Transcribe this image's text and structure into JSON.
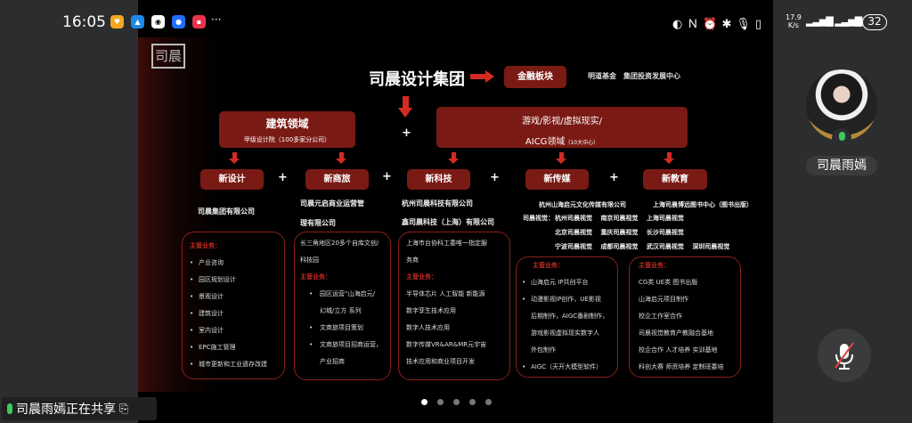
{
  "status_bar": {
    "time": "16:05",
    "net_speed": "17.9",
    "net_unit": "K/s",
    "battery": "32",
    "more": "···"
  },
  "slide": {
    "logo": "司晨",
    "title": "司晨设计集团",
    "finance": "金融板块",
    "finance_items": "明道基金　集团投资发展中心",
    "arch": {
      "title": "建筑领域",
      "sub": "甲级设计院（100多家分公司）"
    },
    "game": {
      "title": "游戏/影视/虚拟现实/",
      "title2": "AICG领域",
      "sub": "（10大中心）"
    },
    "plus": "+",
    "divisions": [
      "新设计",
      "新商旅",
      "新科技",
      "新传媒",
      "新教育"
    ],
    "companies": {
      "design": "司晨集团有限公司",
      "travel": [
        "司晨元启商业运营管",
        "理有限公司"
      ],
      "tech": [
        "杭州司晨科技有限公司",
        "鑫司晨科技（上海）有限公司"
      ],
      "media": "杭州山海启元文化传媒有限公司",
      "edu": "上海司晨博远图书中心（图书出版）",
      "studios_label": "司晨视觉：",
      "studios": [
        [
          "杭州司晨视觉",
          "南京司晨视觉",
          "上海司晨视觉"
        ],
        [
          "北京司晨视觉",
          "重庆司晨视觉",
          "长沙司晨视觉"
        ],
        [
          "宁波司晨视觉",
          "成都司晨视觉",
          "武汉司晨视觉",
          "深圳司晨视觉"
        ]
      ]
    },
    "main_label": "主营业务：",
    "design_items": [
      "产业咨询",
      "园区规划设计",
      "景观设计",
      "建筑设计",
      "室内设计",
      "EPC施工管理",
      "城市更新和工业遗存改建"
    ],
    "travel_intro": [
      "长三角地区20多个自库文创/",
      "科技园"
    ],
    "travel_items": [
      [
        "园区运营“山海启元/",
        "幻城/立方 系列"
      ],
      [
        "文商旅项目策划"
      ],
      [
        "文商旅项目招商运营，",
        "产业招商"
      ]
    ],
    "tech_intro": [
      "上海市台协科工委唯一指定服",
      "务商"
    ],
    "tech_items": [
      "半导体芯片 人工智能 新能源",
      "数字孪生技术应用",
      "数字人技术应用",
      "数字传媒VR&AR&MR元宇宙",
      "技术应用和商业项目开发"
    ],
    "media_items": [
      [
        "山海启元 IP共创平台"
      ],
      [
        "动漫影视IP创作，UE影视",
        "后期制作，AIGC番剧制作，",
        "游戏影视虚拟现实数字人",
        "外包制作"
      ],
      [
        "AIGC（天开大模型软件）"
      ]
    ],
    "edu_items": [
      "CG类 UE类 图书出版",
      "山海启元项目制作",
      "校企工作室合作",
      "司晨视觉教育产教融合基地",
      "校企合作 人才培养 实训基地",
      "科创大赛 师资培养 定制班委培"
    ]
  },
  "pager": {
    "count": 5,
    "active": 0
  },
  "participant": {
    "name": "司晨雨嫣"
  },
  "sharing": {
    "text": "司晨雨嫣正在共享"
  },
  "colors": {
    "accent_red": "#7a1a14",
    "arrow_red": "#d42a22",
    "mic_green": "#3ec95c"
  }
}
